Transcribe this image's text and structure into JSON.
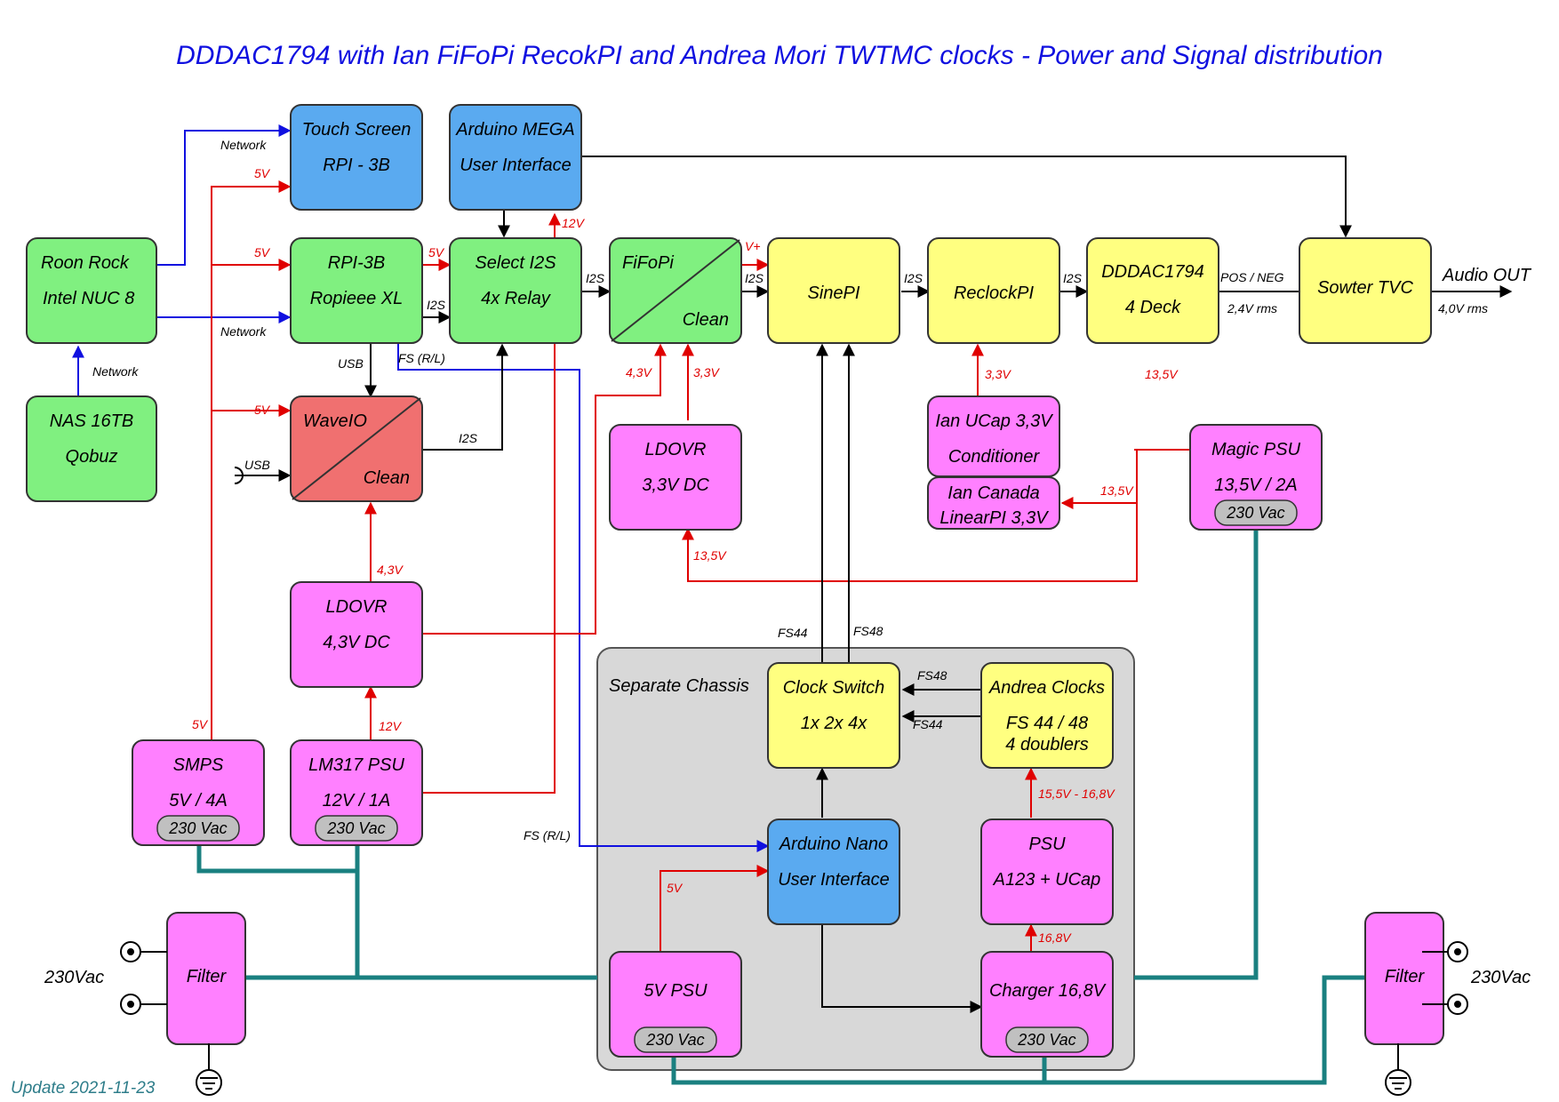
{
  "title": "DDDAC1794 with Ian FiFoPi RecokPI and Andrea Mori TWTMC clocks   -   Power and Signal distribution",
  "update": "Update 2021-11-23",
  "chassis_label": "Separate Chassis",
  "colors": {
    "green": "#80f080",
    "blue": "#5aaaf0",
    "yellow": "#ffff80",
    "magenta": "#ff80ff",
    "salmon": "#f07070",
    "red_wire": "#e00000",
    "blue_wire": "#1010e0",
    "mains_wire": "#1a8080",
    "pill": "#c0c0c0",
    "chassis": "#d8d8d8"
  },
  "blocks": [
    {
      "id": "touch-screen",
      "lines": [
        "Touch Screen",
        "RPI - 3B"
      ]
    },
    {
      "id": "arduino-mega",
      "lines": [
        "Arduino MEGA",
        "User Interface"
      ]
    },
    {
      "id": "roon-rock",
      "lines": [
        "Roon Rock",
        "Intel NUC 8"
      ]
    },
    {
      "id": "rpi-3b",
      "lines": [
        "RPI-3B",
        "Ropieee XL"
      ]
    },
    {
      "id": "select-i2s",
      "lines": [
        "Select I2S",
        "4x Relay"
      ]
    },
    {
      "id": "fifopi",
      "lines": [
        "FiFoPi",
        "Clean"
      ]
    },
    {
      "id": "sinepi",
      "lines": [
        "SinePI"
      ]
    },
    {
      "id": "reclockpi",
      "lines": [
        "ReclockPI"
      ]
    },
    {
      "id": "dddac1794",
      "lines": [
        "DDDAC1794",
        "4 Deck"
      ]
    },
    {
      "id": "sowter-tvc",
      "lines": [
        "Sowter TVC"
      ]
    },
    {
      "id": "nas",
      "lines": [
        "NAS 16TB",
        "Qobuz"
      ]
    },
    {
      "id": "waveio",
      "lines": [
        "WaveIO",
        "Clean"
      ]
    },
    {
      "id": "ldovr-33",
      "lines": [
        "LDOVR",
        "3,3V DC"
      ]
    },
    {
      "id": "ian-ucap",
      "lines": [
        "Ian UCap 3,3V",
        "Conditioner"
      ]
    },
    {
      "id": "ian-canada",
      "lines": [
        "Ian Canada",
        "LinearPI 3,3V"
      ]
    },
    {
      "id": "magic-psu",
      "lines": [
        "Magic PSU",
        "13,5V / 2A"
      ]
    },
    {
      "id": "ldovr-43",
      "lines": [
        "LDOVR",
        "4,3V DC"
      ]
    },
    {
      "id": "clock-switch",
      "lines": [
        "Clock Switch",
        "1x 2x 4x"
      ]
    },
    {
      "id": "andrea-clocks",
      "lines": [
        "Andrea Clocks",
        "FS 44 / 48",
        "4 doublers"
      ]
    },
    {
      "id": "smps",
      "lines": [
        "SMPS",
        "5V / 4A"
      ]
    },
    {
      "id": "lm317",
      "lines": [
        "LM317 PSU",
        "12V / 1A"
      ]
    },
    {
      "id": "arduino-nano",
      "lines": [
        "Arduino Nano",
        "User Interface"
      ]
    },
    {
      "id": "psu-a123",
      "lines": [
        "PSU",
        "A123 + UCap"
      ]
    },
    {
      "id": "filter-left",
      "lines": [
        "Filter"
      ]
    },
    {
      "id": "filter-right",
      "lines": [
        "Filter"
      ]
    },
    {
      "id": "psu-5v",
      "lines": [
        "5V PSU"
      ]
    },
    {
      "id": "charger",
      "lines": [
        "Charger 16,8V"
      ]
    }
  ],
  "mains_label": "230 Vac",
  "mains_inputs": [
    "230Vac",
    "230Vac"
  ],
  "labels": {
    "network_1": "Network",
    "network_2": "Network",
    "network_3": "Network",
    "v5_touch": "5V",
    "v5_rpi": "5V",
    "v5_select": "5V",
    "v5_waveio": "5V",
    "v5_smps": "5V",
    "v5_nano": "5V",
    "v12_mega": "12V",
    "v12_lm317": "12V",
    "i2s_rpi": "I2S",
    "i2s_select": "I2S",
    "i2s_fifopi": "I2S",
    "i2s_sinepi": "I2S",
    "i2s_reclock": "I2S",
    "i2s_waveio": "I2S",
    "vplus": "V+",
    "usb_rpi": "USB",
    "usb_in": "USB",
    "fs_rl_top": "FS (R/L)",
    "fs_rl_bottom": "FS (R/L)",
    "v43_fifo": "4,3V",
    "v33_fifo": "3,3V",
    "v33_reclock": "3,3V",
    "v135_dddac": "13,5V",
    "v135_canada": "13,5V",
    "v135_ldovr": "13,5V",
    "v43_ldovr": "4,3V",
    "pos_neg": "POS / NEG",
    "rms_24": "2,4V rms",
    "audio_out": "Audio OUT",
    "rms_40": "4,0V rms",
    "fs44_sine": "FS44",
    "fs48_sine": "FS48",
    "fs48_clk": "FS48",
    "fs44_clk": "FS44",
    "v155": "15,5V - 16,8V",
    "v168": "16,8V"
  }
}
